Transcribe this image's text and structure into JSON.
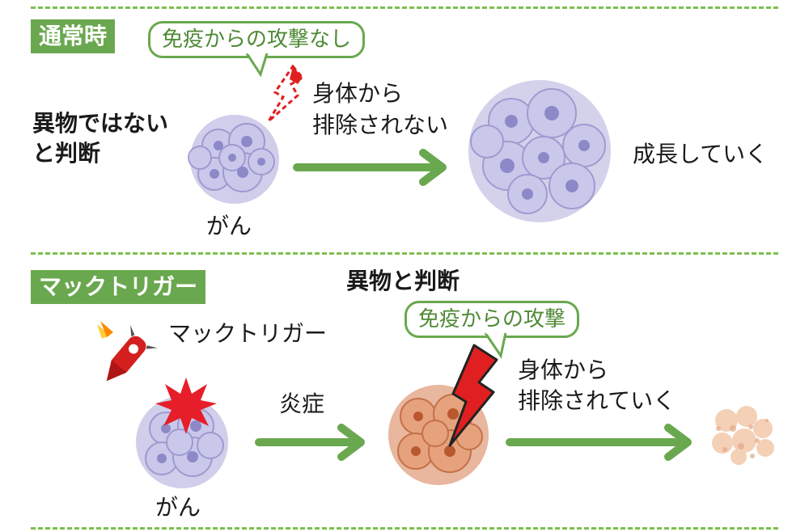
{
  "colors": {
    "accent_green": "#6aa84f",
    "divider_green": "#7cc04b",
    "cancer_cell": "#a9a6d8",
    "inflamed_cell": "#d9875b",
    "debris_cell": "#f2c8aa",
    "attack_red": "#e02020"
  },
  "top": {
    "section_label": "通常時",
    "speech": "免疫からの攻撃なし",
    "judgment_line1": "異物ではない",
    "judgment_line2": "と判断",
    "cancer_label": "がん",
    "arrow_label_line1": "身体から",
    "arrow_label_line2": "排除されない",
    "result": "成長していく"
  },
  "bottom": {
    "section_label": "マックトリガー",
    "judgment": "異物と判断",
    "speech": "免疫からの攻撃",
    "drug_label": "マックトリガー",
    "cancer_label": "がん",
    "arrow1_label": "炎症",
    "arrow2_label_line1": "身体から",
    "arrow2_label_line2": "排除されていく"
  },
  "icons": {
    "rocket": "rocket-icon",
    "lightning": "lightning-bolt-icon",
    "burst": "explosion-burst-icon"
  }
}
